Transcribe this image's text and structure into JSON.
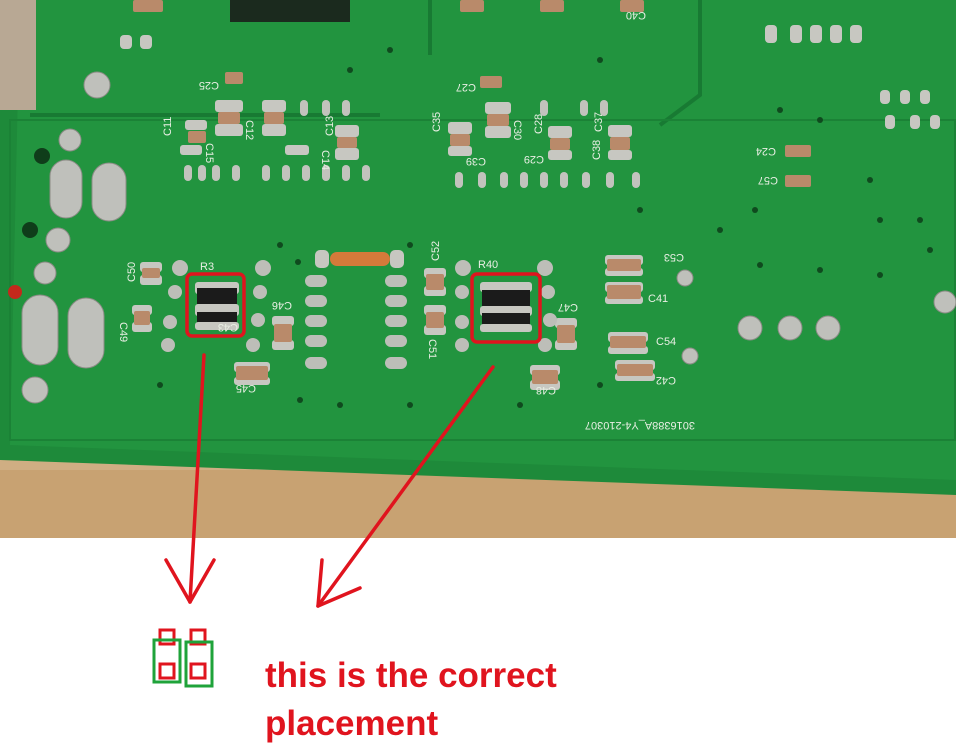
{
  "photo": {
    "description_colors": {
      "board": "#1f8a3a",
      "board_dark": "#156a2b",
      "pad": "#c9c9c4",
      "component": "#b98a6a",
      "background_wood": "#c9a77a"
    },
    "silkscreen": {
      "board_code": "3016388A_Y4-210307",
      "labels": [
        "C50",
        "C49",
        "R3",
        "C43",
        "C46",
        "C45",
        "C52",
        "C51",
        "R40",
        "C47",
        "C53",
        "C41",
        "C54",
        "C42",
        "C48",
        "C11",
        "C15",
        "C12",
        "C13",
        "C14",
        "C35",
        "C30",
        "C28",
        "C37",
        "C38",
        "C39",
        "C29",
        "C27",
        "C25",
        "C40",
        "C57",
        "C24"
      ]
    }
  },
  "annotation": {
    "caption_line1": "this is the correct",
    "caption_line2": "placement",
    "red": "#e0141e",
    "green": "#1fa33a"
  }
}
